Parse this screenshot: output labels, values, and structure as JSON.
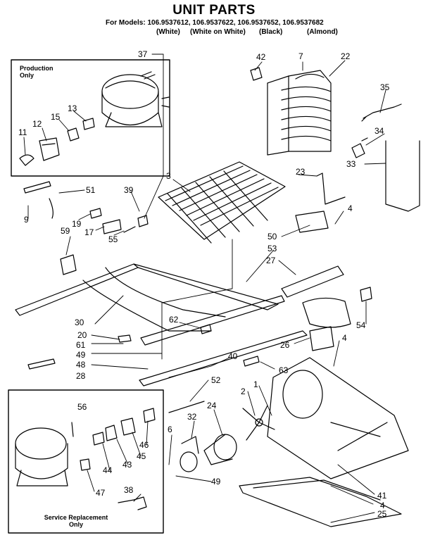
{
  "header": {
    "title": "UNIT PARTS",
    "models_line": "For Models: 106.9537612, 106.9537622, 106.9537652, 106.9537682",
    "colors": [
      "(White)",
      "(White on White)",
      "(Black)",
      "(Almond)"
    ]
  },
  "boxes": {
    "production_label": [
      "Production",
      "Only"
    ],
    "service_label": [
      "Service Replacement",
      "Only"
    ]
  },
  "parts": [
    {
      "n": "37"
    },
    {
      "n": "42"
    },
    {
      "n": "7"
    },
    {
      "n": "22"
    },
    {
      "n": "13"
    },
    {
      "n": "15"
    },
    {
      "n": "12"
    },
    {
      "n": "11"
    },
    {
      "n": "35"
    },
    {
      "n": "34"
    },
    {
      "n": "3"
    },
    {
      "n": "23"
    },
    {
      "n": "33"
    },
    {
      "n": "9"
    },
    {
      "n": "51"
    },
    {
      "n": "39"
    },
    {
      "n": "4"
    },
    {
      "n": "59"
    },
    {
      "n": "19"
    },
    {
      "n": "17"
    },
    {
      "n": "55"
    },
    {
      "n": "50"
    },
    {
      "n": "53"
    },
    {
      "n": "27"
    },
    {
      "n": "30"
    },
    {
      "n": "62"
    },
    {
      "n": "20"
    },
    {
      "n": "61"
    },
    {
      "n": "49"
    },
    {
      "n": "48"
    },
    {
      "n": "54"
    },
    {
      "n": "26"
    },
    {
      "n": "4"
    },
    {
      "n": "40"
    },
    {
      "n": "63"
    },
    {
      "n": "28"
    },
    {
      "n": "52"
    },
    {
      "n": "56"
    },
    {
      "n": "2"
    },
    {
      "n": "1"
    },
    {
      "n": "24"
    },
    {
      "n": "32"
    },
    {
      "n": "46"
    },
    {
      "n": "45"
    },
    {
      "n": "43"
    },
    {
      "n": "44"
    },
    {
      "n": "6"
    },
    {
      "n": "47"
    },
    {
      "n": "49"
    },
    {
      "n": "41"
    },
    {
      "n": "4"
    },
    {
      "n": "38"
    },
    {
      "n": "25"
    }
  ]
}
